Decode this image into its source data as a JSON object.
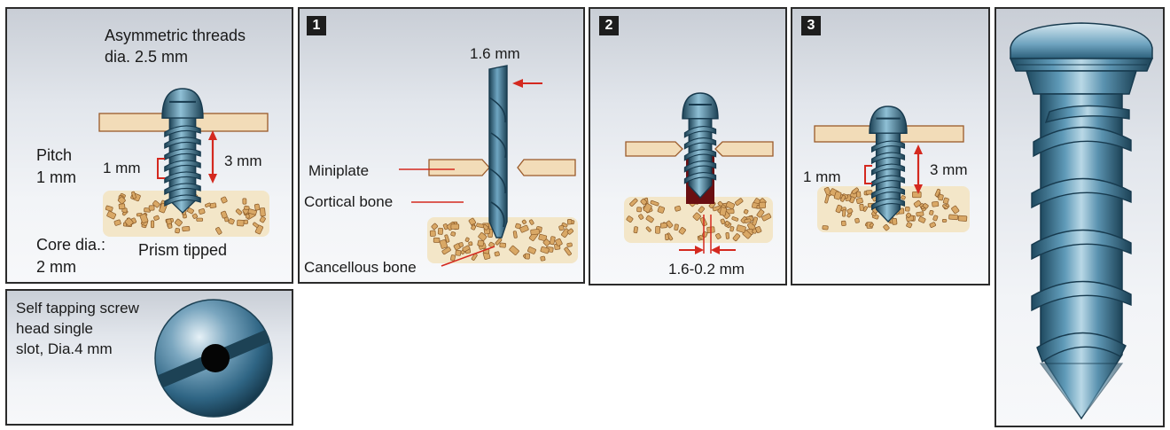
{
  "colors": {
    "screw": "#3f7d99",
    "screw_dark": "#1d4255",
    "plate": "#f2dcb8",
    "plate_edge": "#9a5a2a",
    "bone_bg": "#f3e6c8",
    "bone_chip": "#d9a866",
    "arrow": "#d4291f",
    "drill_hole": "#6a0f12"
  },
  "panel_specs": {
    "label_threads": "Asymmetric threads\ndia. 2.5 mm",
    "label_pitch": "Pitch\n1 mm",
    "label_pitch_bracket": "1 mm",
    "label_length": "3 mm",
    "label_core": "Core dia.:\n2 mm",
    "label_tip": "Prism tipped"
  },
  "panel_head": {
    "label": "Self tapping screw\nhead single\nslot, Dia.4 mm"
  },
  "panel_step1": {
    "number": "1",
    "label_drill": "1.6 mm",
    "label_plate": "Miniplate",
    "label_cortical": "Cortical bone",
    "label_cancellous": "Cancellous bone"
  },
  "panel_step2": {
    "number": "2",
    "label_hole": "1.6-0.2 mm"
  },
  "panel_step3": {
    "number": "3",
    "label_bracket": "1 mm",
    "label_length": "3 mm"
  },
  "panel_big_screw": {}
}
